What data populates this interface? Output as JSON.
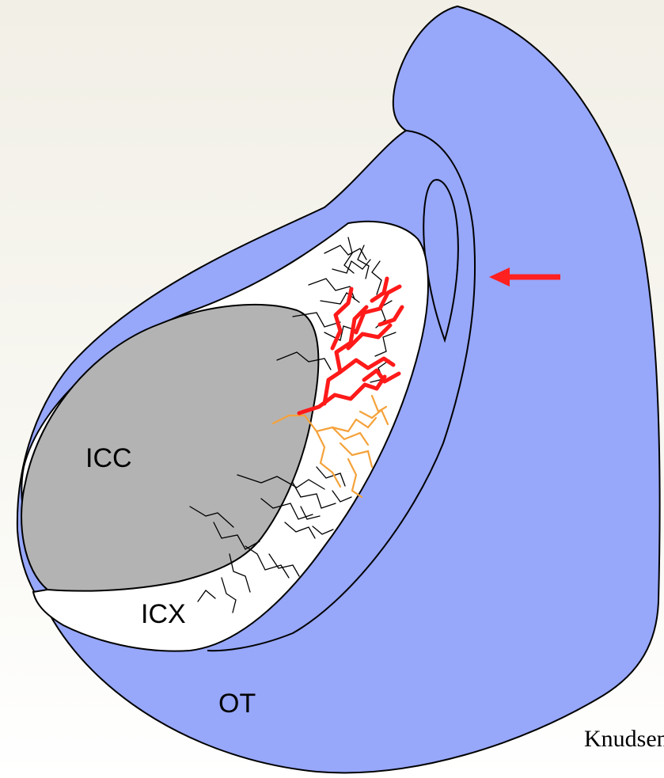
{
  "labels": {
    "icc": "ICC",
    "icx": "ICX",
    "ot": "OT"
  },
  "citation": "Knudsen et al.",
  "colors": {
    "background": "#f5f3ea",
    "optic_tectum": "#97a7fa",
    "icc": "#b3b3b3",
    "icx": "#ffffff",
    "red_axons": "#ff1a1a",
    "orange_axons": "#f5a23a",
    "arrow": "#ff2020"
  }
}
